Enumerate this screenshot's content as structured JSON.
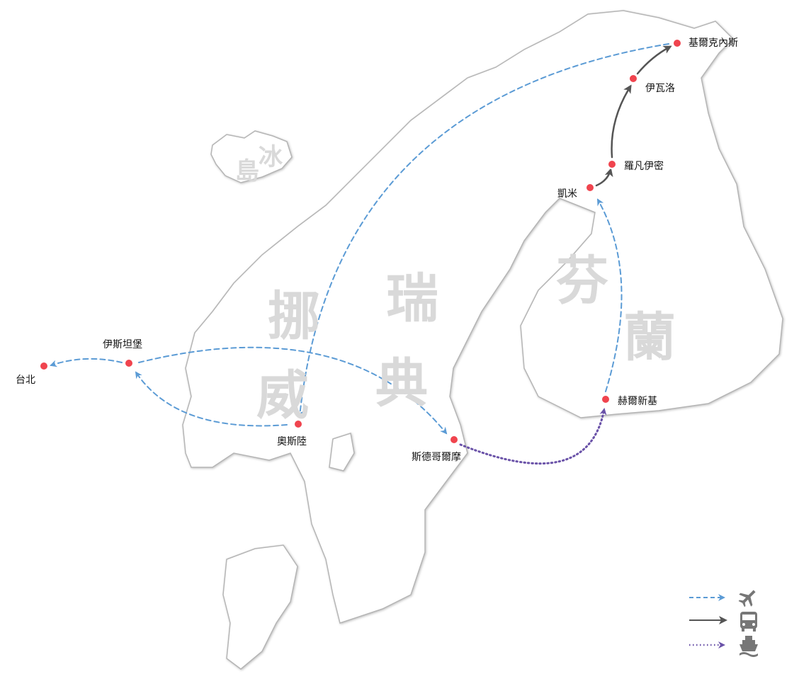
{
  "countries": {
    "norway": [
      "挪",
      "威"
    ],
    "sweden": [
      "瑞",
      "典"
    ],
    "finland": [
      "芬",
      "蘭"
    ],
    "iceland": [
      "冰",
      "島"
    ]
  },
  "cities": {
    "taipei": "台北",
    "istanbul": "伊斯坦堡",
    "oslo": "奧斯陸",
    "stockholm": "斯德哥爾摩",
    "helsinki": "赫爾新基",
    "kemi": "凱米",
    "rovaniemi": "羅凡伊密",
    "ivalo": "伊瓦洛",
    "kirkenes": "基爾克內斯"
  },
  "routes": [
    {
      "from": "伊斯坦堡",
      "to": "台北",
      "mode": "flight"
    },
    {
      "from": "奧斯陸",
      "to": "伊斯坦堡",
      "mode": "flight"
    },
    {
      "from": "伊斯坦堡",
      "to": "斯德哥爾摩",
      "mode": "flight"
    },
    {
      "from": "基爾克內斯",
      "to": "奧斯陸",
      "mode": "flight"
    },
    {
      "from": "赫爾新基",
      "to": "凱米",
      "mode": "flight"
    },
    {
      "from": "凱米",
      "to": "羅凡伊密",
      "mode": "bus"
    },
    {
      "from": "羅凡伊密",
      "to": "伊瓦洛",
      "mode": "bus"
    },
    {
      "from": "伊瓦洛",
      "to": "基爾克內斯",
      "mode": "bus"
    },
    {
      "from": "斯德哥爾摩",
      "to": "赫爾新基",
      "mode": "ferry"
    }
  ],
  "legend": [
    {
      "mode": "flight",
      "icon": "airplane-icon",
      "color": "#5b9bd5"
    },
    {
      "mode": "bus",
      "icon": "bus-icon",
      "color": "#555555"
    },
    {
      "mode": "ferry",
      "icon": "ship-icon",
      "color": "#6a52a8"
    }
  ]
}
